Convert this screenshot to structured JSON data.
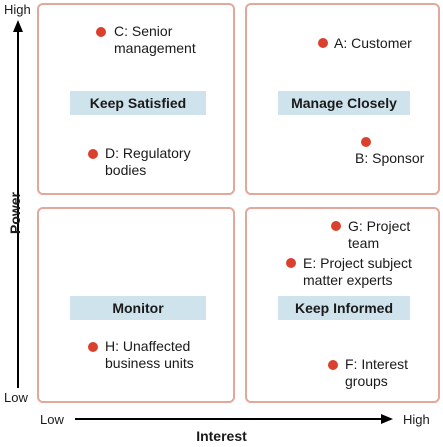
{
  "axes": {
    "y_title": "Power",
    "y_high": "High",
    "y_low": "Low",
    "x_title": "Interest",
    "x_low": "Low",
    "x_high": "High"
  },
  "quadrants": {
    "top_left": "Keep Satisfied",
    "top_right": "Manage Closely",
    "bottom_left": "Monitor",
    "bottom_right": "Keep Informed"
  },
  "stakeholders": {
    "c": "C: Senior\nmanagement",
    "d": "D: Regulatory\nbodies",
    "a": "A: Customer",
    "b": "B: Sponsor",
    "g": "G: Project\nteam",
    "e": "E: Project subject\nmatter experts",
    "f": "F: Interest\ngroups",
    "h": "H: Unaffected\nbusiness units"
  },
  "colors": {
    "quadrant_border": "#e3a89c",
    "label_fill": "#cfe3ec",
    "dot": "#d9412e"
  }
}
